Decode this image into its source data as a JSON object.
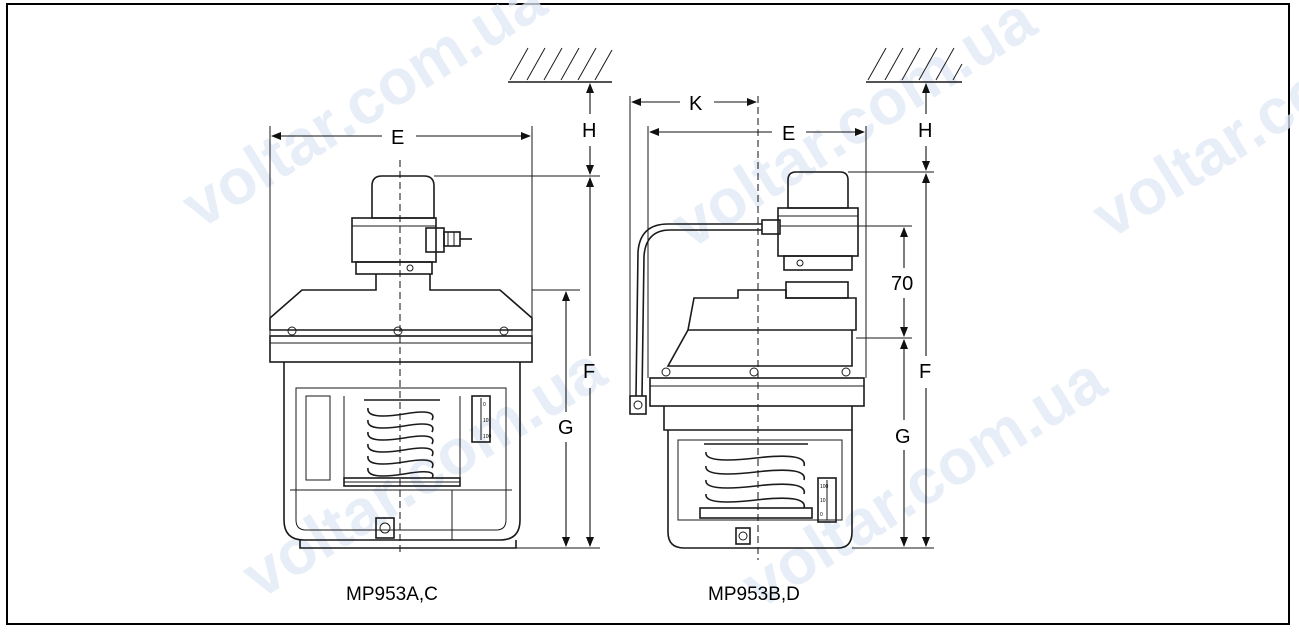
{
  "watermark": "voltar.com.ua",
  "left_view": {
    "caption": "MP953A,C",
    "dim_E": "E",
    "dim_H": "H",
    "dim_F": "F",
    "dim_G": "G",
    "scale_ticks": [
      "0",
      "10",
      "100"
    ]
  },
  "right_view": {
    "caption": "MP953B,D",
    "dim_K": "K",
    "dim_E": "E",
    "dim_H": "H",
    "dim_70": "70",
    "dim_F": "F",
    "dim_G": "G",
    "scale_ticks": [
      "100",
      "10",
      "0"
    ]
  }
}
